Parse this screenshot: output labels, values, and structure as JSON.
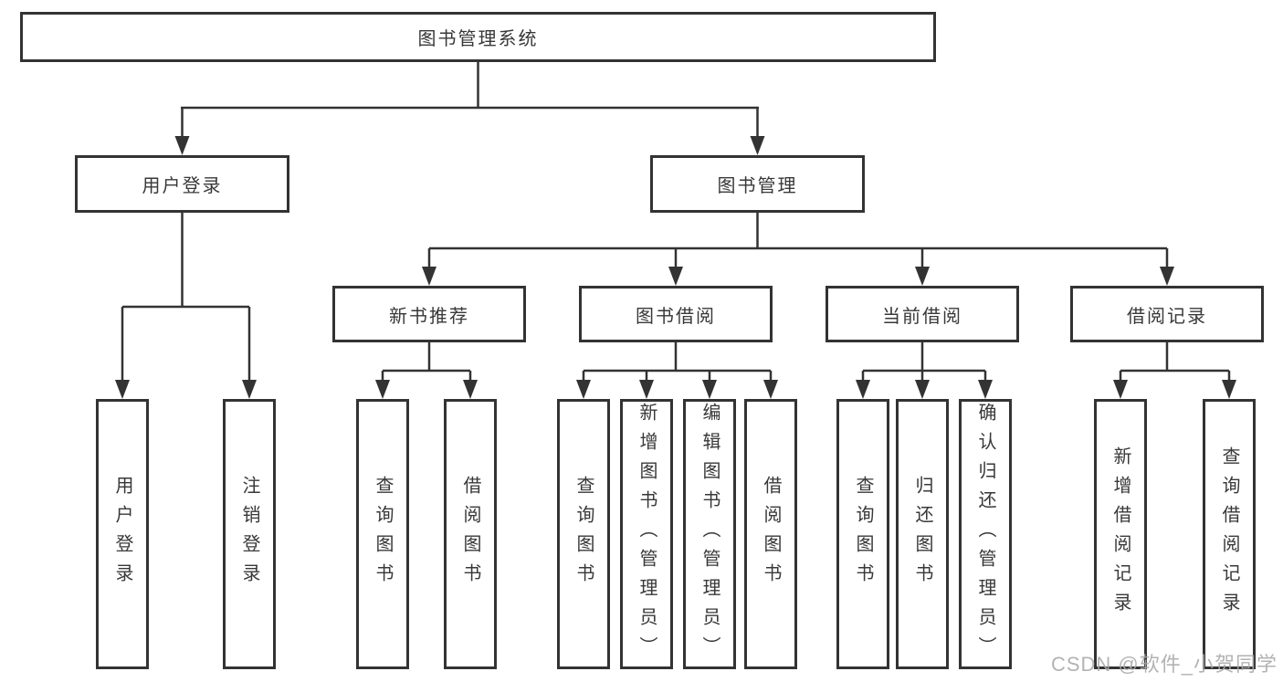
{
  "tree": {
    "root": {
      "label": "图书管理系统",
      "children": [
        {
          "label": "用户登录",
          "children": [
            {
              "label": "用户登录"
            },
            {
              "label": "注销登录"
            }
          ]
        },
        {
          "label": "图书管理",
          "children": [
            {
              "label": "新书推荐",
              "children": [
                {
                  "label": "查询图书"
                },
                {
                  "label": "借阅图书"
                }
              ]
            },
            {
              "label": "图书借阅",
              "children": [
                {
                  "label": "查询图书"
                },
                {
                  "label": "新增图书（管理员）"
                },
                {
                  "label": "编辑图书（管理员）"
                },
                {
                  "label": "借阅图书"
                }
              ]
            },
            {
              "label": "当前借阅",
              "children": [
                {
                  "label": "查询图书"
                },
                {
                  "label": "归还图书"
                },
                {
                  "label": "确认归还（管理员）"
                }
              ]
            },
            {
              "label": "借阅记录",
              "children": [
                {
                  "label": "新增借阅记录"
                },
                {
                  "label": "查询借阅记录"
                }
              ]
            }
          ]
        }
      ]
    }
  },
  "watermark": {
    "text": "CSDN @软件_小贺同学"
  },
  "colors": {
    "line": "#333333",
    "text": "#383838",
    "watermark": "#a8a8a8"
  }
}
